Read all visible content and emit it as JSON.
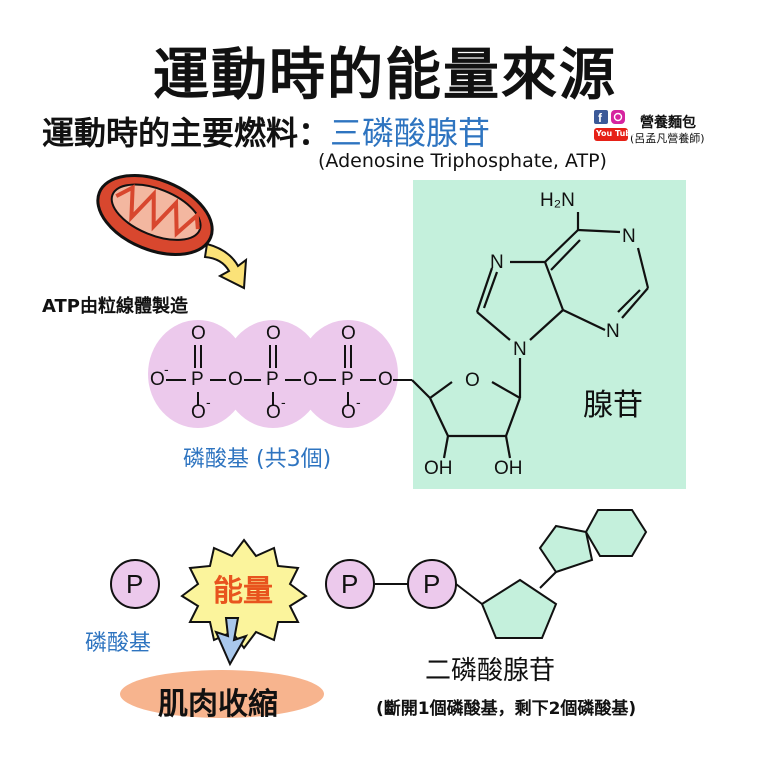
{
  "title": "運動時的能量來源",
  "subtitle": {
    "prefix": "運動時的主要燃料：",
    "highlight": "三磷酸腺苷",
    "full_name": "(Adenosine Triphosphate, ATP)"
  },
  "brand": {
    "name": "營養麵包",
    "sub": "(呂孟凡營養師)",
    "youtube_label": "You Tube",
    "icons": [
      "facebook-icon",
      "instagram-icon",
      "youtube-icon"
    ]
  },
  "mitochondria_caption": "ATP由粒線體製造",
  "phosphate_group_caption": "磷酸基 (共3個)",
  "adenosine_label": "腺苷",
  "molecule": {
    "atoms": {
      "oxygen": "O",
      "phosphorus": "P",
      "negative": "-",
      "nitrogen": "N",
      "hydroxyl": "OH",
      "amine": "H₂N"
    }
  },
  "bottom": {
    "p_symbol": "P",
    "energy_label": "能量",
    "phosphate_caption": "磷酸基",
    "muscle_label": "肌肉收縮",
    "adp_label": "二磷酸腺苷",
    "adp_note": "(斷開1個磷酸基，剩下2個磷酸基)"
  },
  "colors": {
    "accent_blue": "#2e74c0",
    "energy_orange": "#e8541e",
    "phosphate_pink": "#ecc9ec",
    "adenosine_green": "#c4f0dc",
    "burst_yellow": "#fbf49c",
    "muscle_salmon": "#f7b48e",
    "arrow_blue": "#a9c8ec",
    "mito_red": "#d8472e"
  }
}
